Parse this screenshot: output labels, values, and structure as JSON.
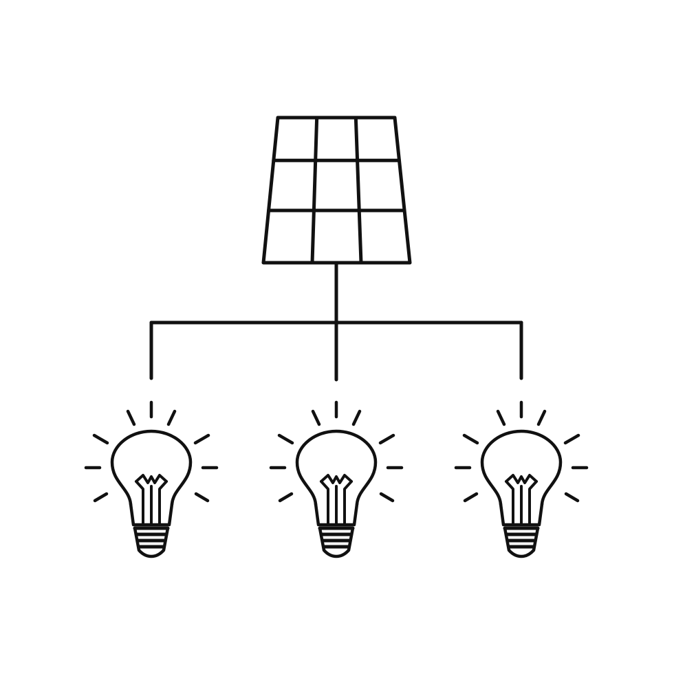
{
  "diagram": {
    "colors": {
      "line": "#111111",
      "background": "#ffffff"
    },
    "source": {
      "icon": "solar-panel-icon",
      "grid": {
        "rows": 3,
        "columns": 3
      }
    },
    "connections": {
      "branches": 3
    },
    "loads": [
      {
        "icon": "light-bulb-icon",
        "state": "lit"
      },
      {
        "icon": "light-bulb-icon",
        "state": "lit"
      },
      {
        "icon": "light-bulb-icon",
        "state": "lit"
      }
    ]
  }
}
